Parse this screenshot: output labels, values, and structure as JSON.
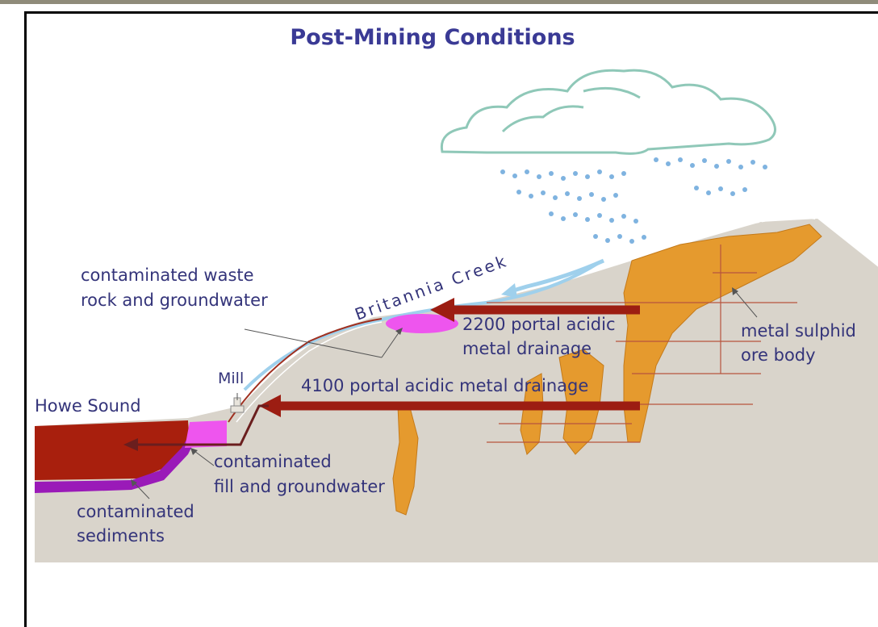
{
  "diagram": {
    "title": "Post-Mining Conditions",
    "labels": {
      "waste_rock_line1": "contaminated waste",
      "waste_rock_line2": "rock and groundwater",
      "creek": "Britannia Creek",
      "portal_2200_line1": "2200 portal acidic",
      "portal_2200_line2": "metal drainage",
      "portal_4100": "4100 portal acidic metal drainage",
      "mill": "Mill",
      "howe_sound": "Howe Sound",
      "fill_line1": "contaminated",
      "fill_line2": "fill and groundwater",
      "sediments_line1": "contaminated",
      "sediments_line2": "sediments",
      "ore_line1": "metal sulphid",
      "ore_line2": "ore body"
    },
    "colors": {
      "title": "#3a3a95",
      "label_text": "#34347a",
      "ground": "#d9d4cb",
      "sea": "#a81f0d",
      "ore": "#e59a2e",
      "contamination": "#ee55ee",
      "sediments": "#9a1ab8",
      "drainage_arrow": "#9c1d12",
      "cloud_outline": "#8fc8b8",
      "rain": "#7fb3e0",
      "creek": "#9fd0ec"
    },
    "icons": [
      "cloud-icon",
      "rain-icon",
      "mill-icon"
    ]
  }
}
